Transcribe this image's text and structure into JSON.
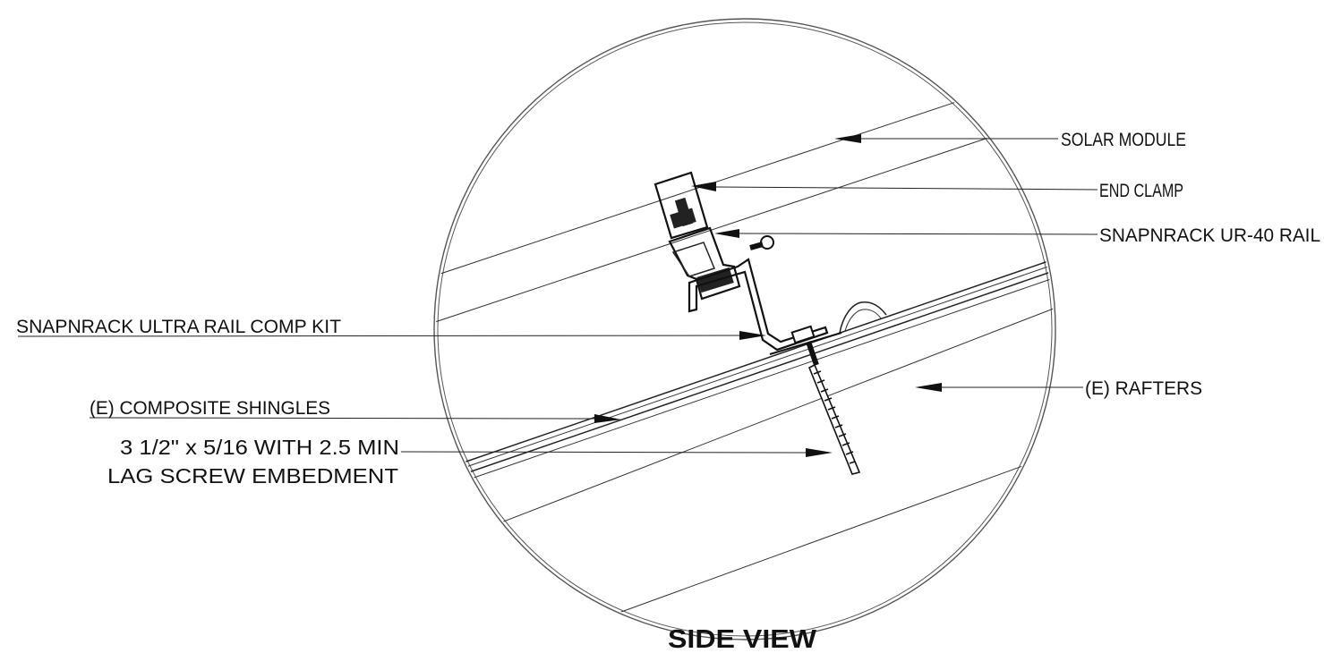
{
  "labels": {
    "solar_module": "SOLAR MODULE",
    "end_clamp": "END CLAMP",
    "rail": "SNAPNRACK UR-40 RAIL",
    "comp_kit": "SNAPNRACK ULTRA RAIL COMP KIT",
    "rafters": "(E) RAFTERS",
    "shingles": "(E) COMPOSITE SHINGLES",
    "lag_line1": "3 1/2\" x 5/16 WITH 2.5 MIN",
    "lag_line2": "LAG SCREW EMBEDMENT"
  },
  "title": "SIDE VIEW"
}
